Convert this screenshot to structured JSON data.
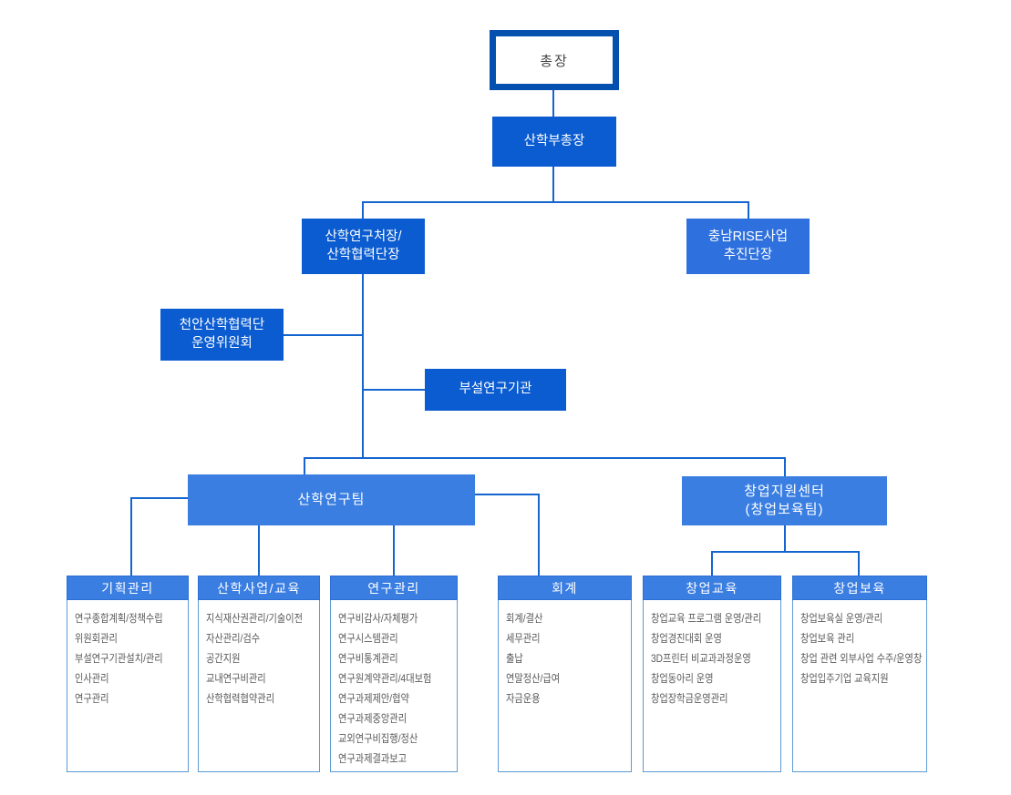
{
  "palette": {
    "top_box_border": "#0450af",
    "mid_box_blue": "#0b5cd0",
    "rise_box_blue": "#2e70dd",
    "team_header_blue": "#3a7ee2",
    "list_border_blue": "#5b9bd5",
    "connector_blue": "#1565d0",
    "item_text_gray": "#595959"
  },
  "org": {
    "chancellor": "총장",
    "vice_chancellor": "산학부총장",
    "research_director": "산학연구처장/\n산학협력단장",
    "rise_project": "충남RISE사업\n추진단장",
    "cheonan_committee": "천안산학협력단\n운영위원회",
    "affiliated_research": "부설연구기관",
    "research_team": "산학연구팀",
    "startup_center": "창업지원센터\n(창업보육팀)"
  },
  "columns": [
    {
      "title": "기획관리",
      "items": [
        "연구종합계획/정책수립",
        "위원회관리",
        "부설연구기관설치/관리",
        "인사관리",
        "연구관리"
      ]
    },
    {
      "title": "산학사업/교육",
      "items": [
        "지식재산권관리/기술이전",
        "자산관리/검수",
        "공간지원",
        "교내연구비관리",
        "산학협력협약관리"
      ]
    },
    {
      "title": "연구관리",
      "items": [
        "연구비감사/자체평가",
        "연구시스템관리",
        "연구비통계관리",
        "연구원계약관리/4대보험",
        "연구과제제안/협약",
        "연구과제중앙관리",
        "교외연구비집행/정산",
        "연구과제결과보고"
      ]
    },
    {
      "title": "회계",
      "items": [
        "회계/결산",
        "세무관리",
        "출납",
        "연말정산/급여",
        "자금운용"
      ]
    },
    {
      "title": "창업교육",
      "items": [
        "창업교육 프로그램 운영/관리",
        "창업경진대회 운영",
        "3D프린터 비교과과정운영",
        "창업동아리 운영",
        "창업장학금운영관리"
      ]
    },
    {
      "title": "창업보육",
      "items": [
        "창업보육실 운영/관리",
        "창업보육 관리",
        "창업 관련 외부사업 수주/운영창",
        "창업입주기업 교육지원"
      ]
    }
  ]
}
